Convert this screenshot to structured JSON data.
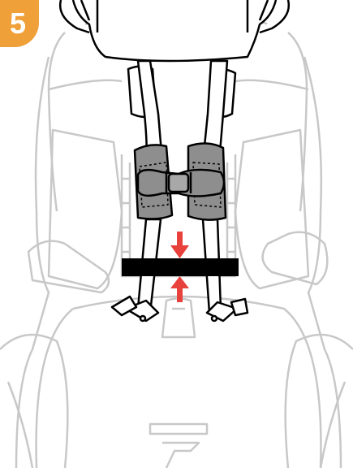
{
  "step": {
    "number": "5"
  },
  "colors": {
    "badge": "#f0a038",
    "seat_outline": "#c8c8c8",
    "strap_fill": "#ffffff",
    "harness_pad": "#8e8e8e",
    "chest_marker": "#000000",
    "arrow": "#e8403a"
  },
  "illustration": {
    "subject": "car-seat-harness-chest-clip-position",
    "arrows": [
      "arrow-down",
      "arrow-up"
    ]
  }
}
